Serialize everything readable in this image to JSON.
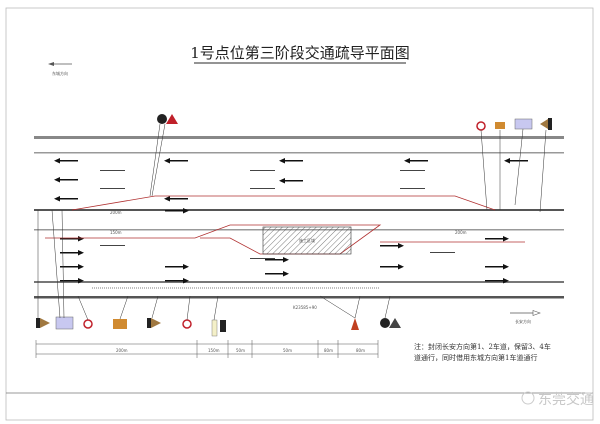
{
  "title": "1号点位第三阶段交通疏导平面图",
  "direction_left": "东城方向",
  "direction_right": "长安方向",
  "stake_label": "K23585+90",
  "dimensions": {
    "d1": "200m",
    "d2": "150m",
    "d3": "50m",
    "d4": "50m",
    "d5": "80m",
    "d6": "80m"
  },
  "work_zone_label": "施工区域",
  "note_line1": "注：封闭长安方向第1、2车道，保留3、4车",
  "note_line2": "道通行，同时借用东城方向第1车道通行",
  "watermark": "东莞交通",
  "colors": {
    "road_edge": "#777777",
    "cone_line": "#b03030",
    "sign_red": "#c0202a",
    "sign_orange": "#d08a30",
    "sign_blue": "#c8c8f0"
  }
}
